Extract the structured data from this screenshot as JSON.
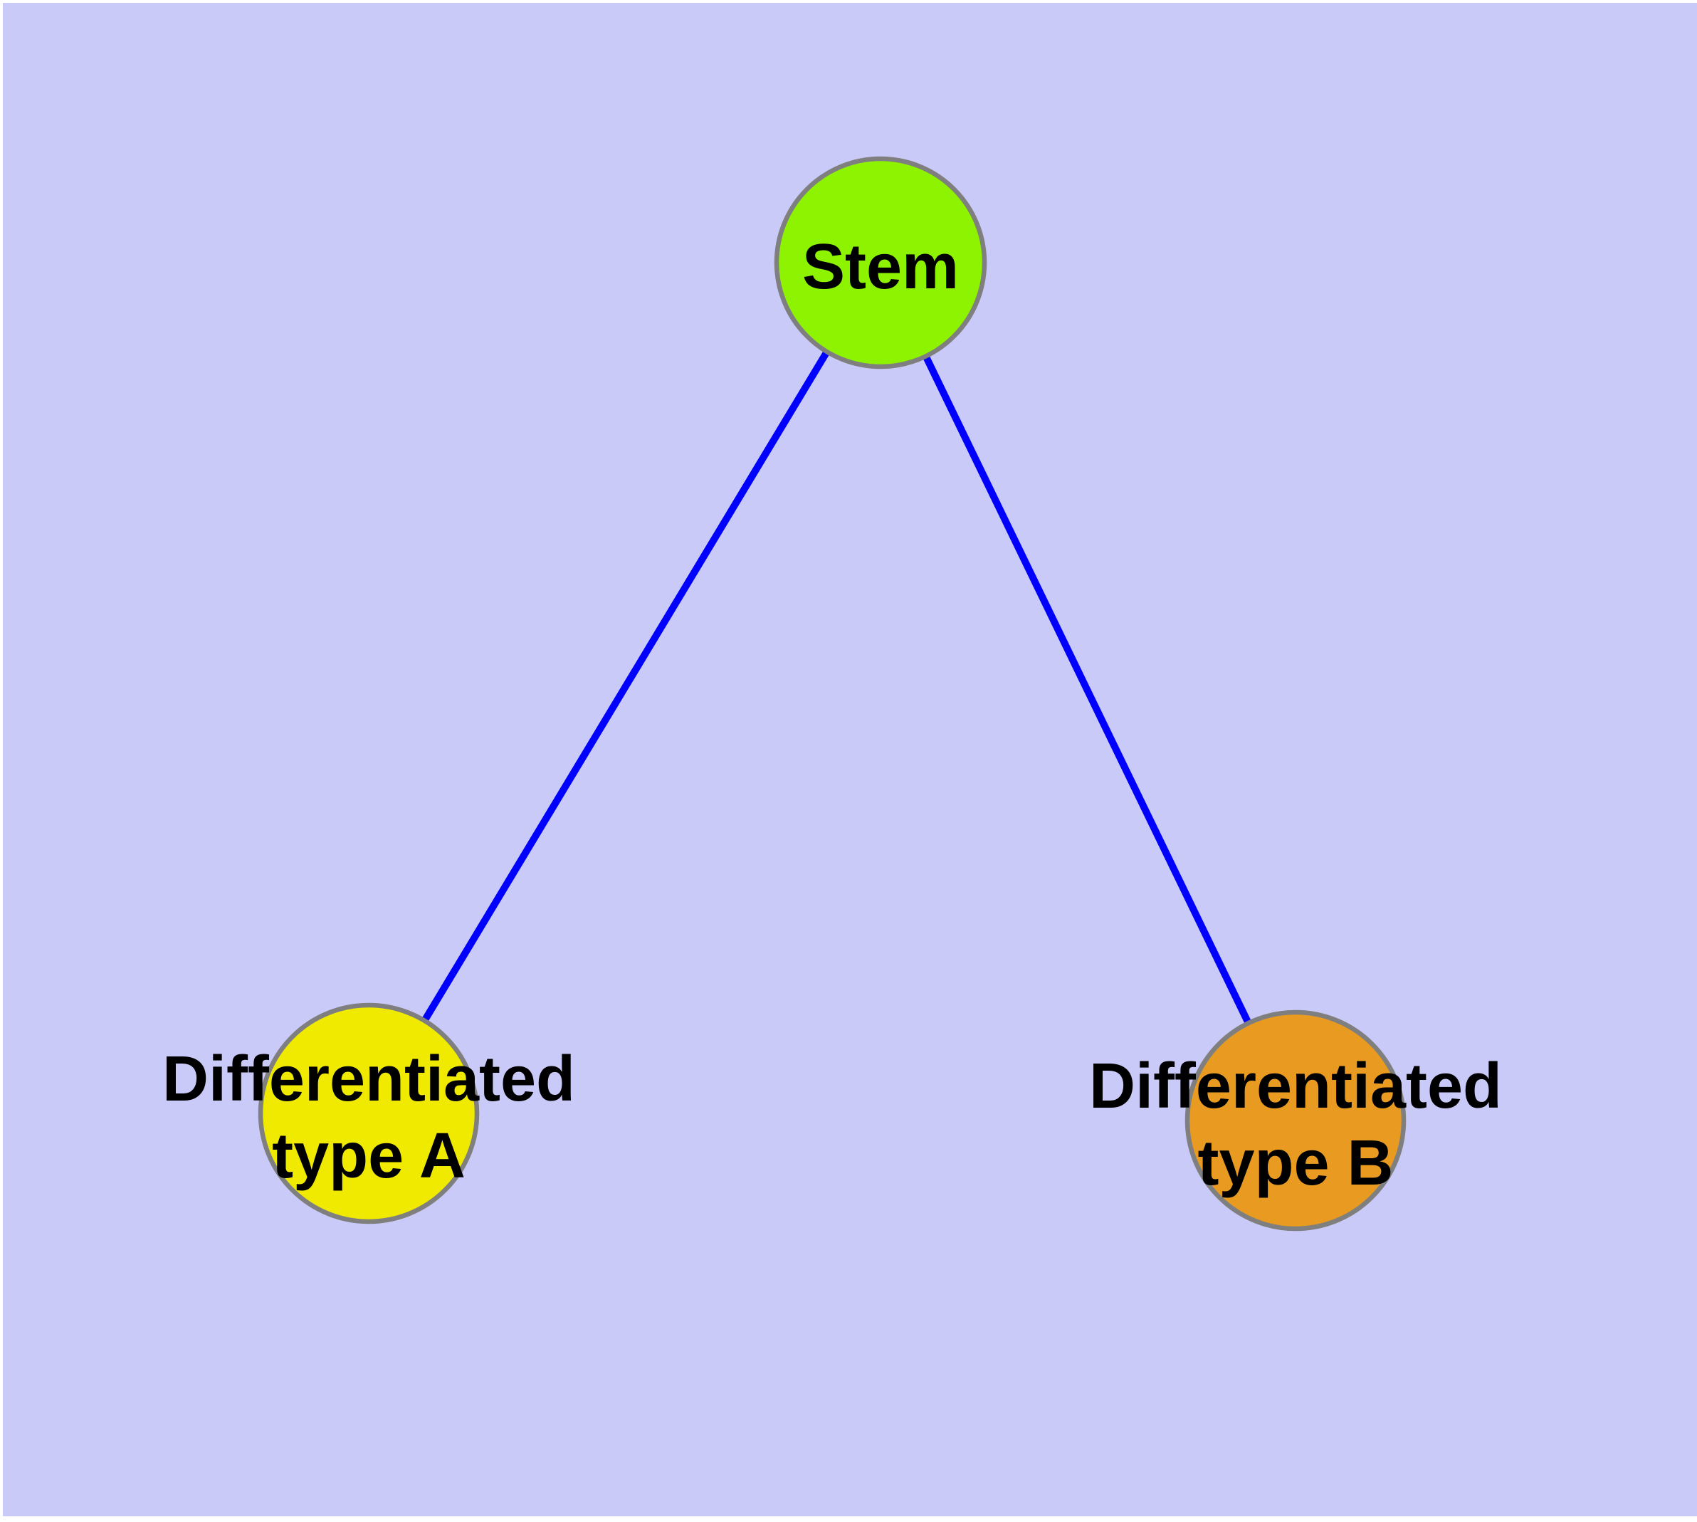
{
  "diagram": {
    "page_color": "#FFFFFF",
    "background_color": "#CACAF8",
    "edge_color": "#0000FF",
    "node_border_color": "#7F7F7F",
    "label_color": "#000000",
    "nodes": [
      {
        "id": "stem",
        "label": "Stem",
        "fill": "#8DF300"
      },
      {
        "id": "differentiated-type-a",
        "label": "Differentiated type A",
        "line1": "Differentiated",
        "line2": "type A",
        "fill": "#F0EA00"
      },
      {
        "id": "differentiated-type-b",
        "label": "Differentiated type B",
        "line1": "Differentiated",
        "line2": "type B",
        "fill": "#E89B20"
      }
    ],
    "edges": [
      {
        "from": "Stem",
        "to": "Differentiated type A"
      },
      {
        "from": "Stem",
        "to": "Differentiated type B"
      }
    ]
  }
}
